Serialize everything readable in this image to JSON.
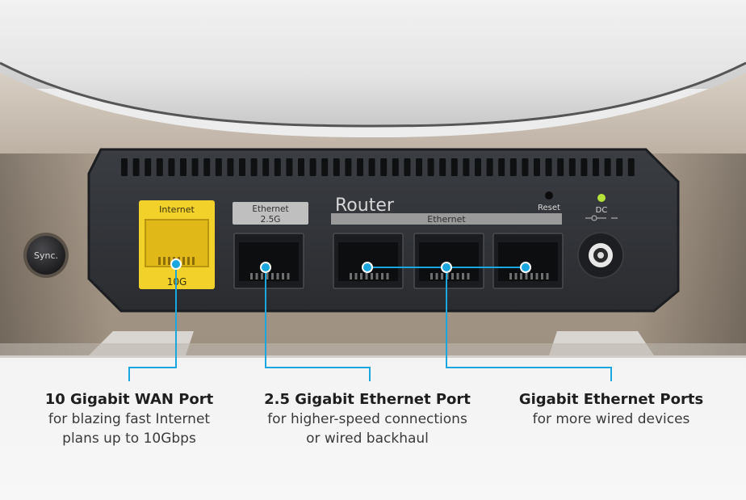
{
  "device": {
    "sync_label": "Sync.",
    "router_label": "Router",
    "reset_label": "Reset",
    "dc_label": "DC",
    "internet_label": "Internet",
    "internet_speed": "10G",
    "eth25_label_line1": "Ethernet",
    "eth25_label_line2": "2.5G",
    "ethernet_bar_label": "Ethernet"
  },
  "callouts": [
    {
      "title": "10 Gigabit WAN Port",
      "desc_line1": "for blazing fast Internet",
      "desc_line2": "plans up to 10Gbps"
    },
    {
      "title": "2.5 Gigabit Ethernet Port",
      "desc_line1": "for higher-speed connections",
      "desc_line2": "or wired backhaul"
    },
    {
      "title": "Gigabit Ethernet Ports",
      "desc_line1": "for more wired devices",
      "desc_line2": ""
    }
  ],
  "colors": {
    "callout_line": "#1aa7e0",
    "wan_port_yellow": "#f1d12a",
    "status_led": "#b6e33a"
  }
}
